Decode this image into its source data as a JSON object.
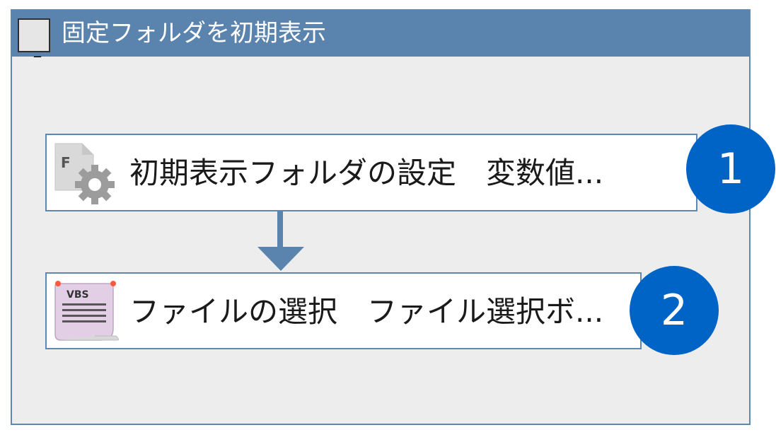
{
  "group": {
    "collapse_symbol": "_",
    "title": "固定フォルダを初期表示"
  },
  "actions": [
    {
      "label": "初期表示フォルダの設定　変数値...",
      "icon": "set-variable-gear-icon"
    },
    {
      "label": "ファイルの選択　ファイル選択ボ...",
      "icon": "vbs-script-icon",
      "icon_text": "VBS"
    }
  ],
  "badges": [
    "1",
    "2"
  ],
  "colors": {
    "header": "#5a83ad",
    "border": "#5f87b3",
    "panel_bg": "#ededed",
    "badge": "#0063c6",
    "connector": "#5a83ad"
  }
}
